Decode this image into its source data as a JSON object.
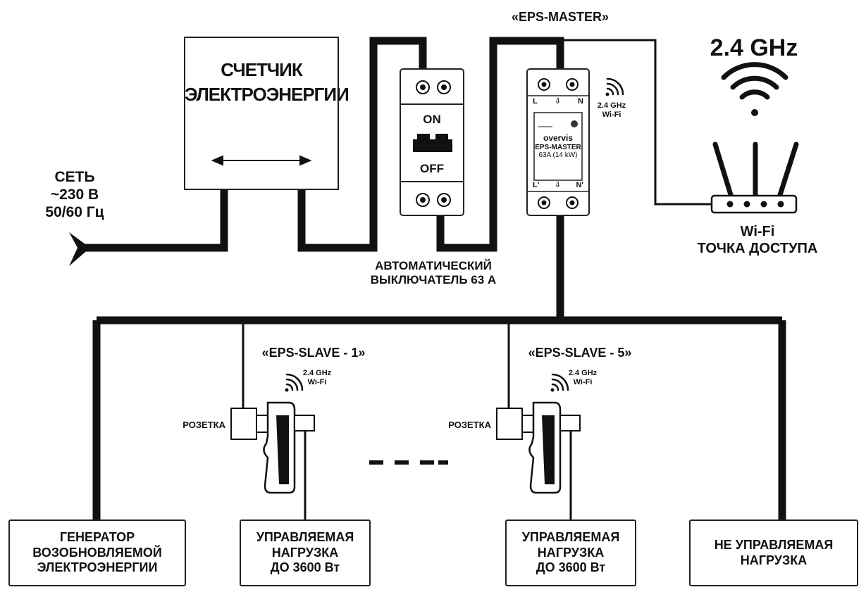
{
  "master_label": "«EPS-MASTER»",
  "network": {
    "line1": "СЕТЬ",
    "line2": "~230 В",
    "line3": "50/60 Гц"
  },
  "meter": {
    "line1": "СЧЕТЧИК",
    "line2": "ЭЛЕКТРОЭНЕРГИИ"
  },
  "breaker": {
    "on": "ON",
    "off": "OFF",
    "caption1": "АВТОМАТИЧЕСКИЙ",
    "caption2": "ВЫКЛЮЧАТЕЛЬ 63 А"
  },
  "master_device": {
    "terminals_top": [
      "L",
      "⇩",
      "N"
    ],
    "terminals_bottom": [
      "L'",
      "⇩",
      "N'"
    ],
    "brand": "overvis",
    "model": "EPS-MASTER",
    "rating": "63A (14 kW)",
    "wifi1": "2.4 GHz",
    "wifi2": "Wi-Fi"
  },
  "router": {
    "band": "2.4 GHz",
    "caption1": "Wi-Fi",
    "caption2": "ТОЧКА ДОСТУПА"
  },
  "slaves": [
    {
      "label": "«EPS-SLAVE - 1»",
      "wifi1": "2.4 GHz",
      "wifi2": "Wi-Fi",
      "socket": "РОЗЕТКА"
    },
    {
      "label": "«EPS-SLAVE - 5»",
      "wifi1": "2.4 GHz",
      "wifi2": "Wi-Fi",
      "socket": "РОЗЕТКА"
    }
  ],
  "boxes": {
    "generator": [
      "ГЕНЕРАТОР",
      "ВОЗОБНОВЛЯЕМОЙ",
      "ЭЛЕКТРОЭНЕРГИИ"
    ],
    "load1": [
      "УПРАВЛЯЕМАЯ",
      "НАГРУЗКА",
      "ДО 3600 Вт"
    ],
    "load5": [
      "УПРАВЛЯЕМАЯ",
      "НАГРУЗКА",
      "ДО 3600 Вт"
    ],
    "uncontrolled": [
      "НЕ УПРАВЛЯЕМАЯ",
      "НАГРУЗКА"
    ]
  }
}
